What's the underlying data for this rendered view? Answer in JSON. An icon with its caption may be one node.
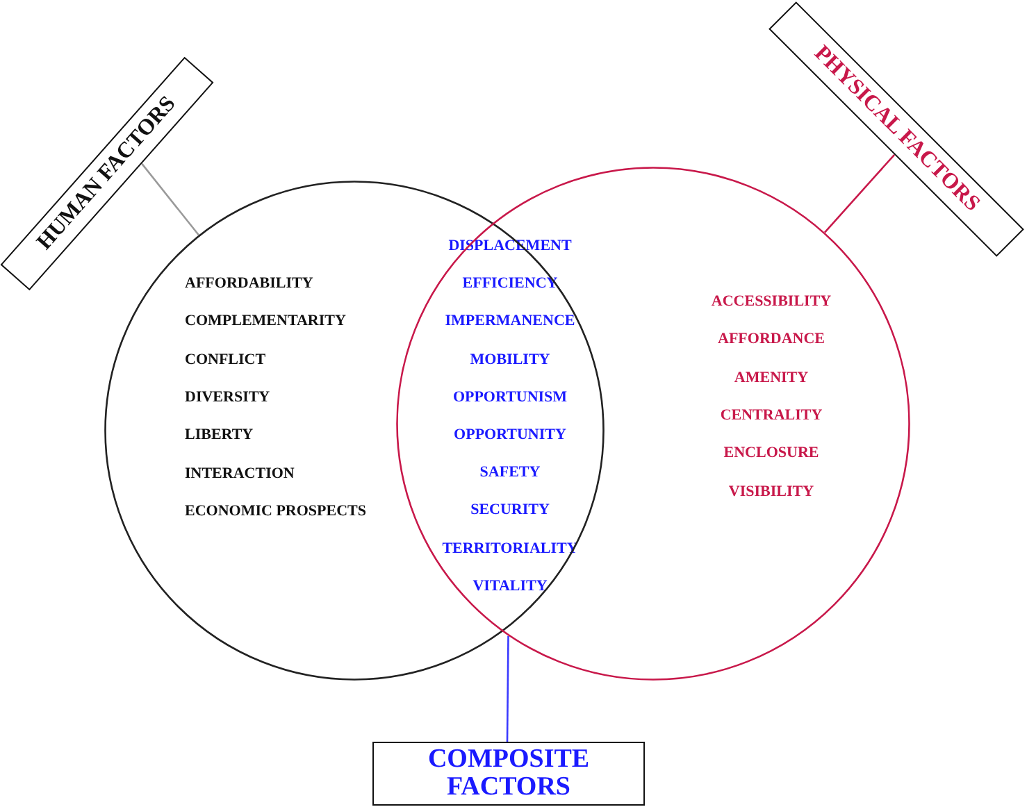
{
  "diagram": {
    "nodes": [
      {
        "text": [
          "HUMAN FACTORS"
        ]
      },
      {
        "text": [
          "AFFORDABILITY",
          "COMPLEMENTARITY",
          "CONFLICT",
          "DIVERSITY",
          "LIBERTY",
          "INTERACTION",
          "ECONOMIC PROSPECTS"
        ]
      },
      {
        "text": [
          "PHYSICAL FACTORS"
        ]
      },
      {
        "text": [
          "ACCESSIBILITY",
          "AFFORDANCE",
          "AMENITY",
          "CENTRALITY",
          "ENCLOSURE",
          "VISIBILITY"
        ]
      },
      {
        "text": [
          "COMPOSITE FACTORS"
        ]
      }
    ],
    "edges": [
      {
        "from": 0,
        "to": 1,
        "arrow": "none",
        "color": "#9a9a9a"
      },
      {
        "from": 2,
        "to": 3,
        "arrow": "none",
        "color": "#c8184a"
      },
      {
        "from": 4,
        "to": 3,
        "arrow": "none",
        "color": "#3a3aff"
      }
    ],
    "labels": [
      "DISPLACEMENT",
      "EFFICIENCY",
      "IMPERMANENCE",
      "MOBILITY",
      "OPPORTUNISM",
      "OPPORTUNITY",
      "SAFETY",
      "SECURITY",
      "TERRITORIALITY",
      "VITALITY"
    ]
  }
}
